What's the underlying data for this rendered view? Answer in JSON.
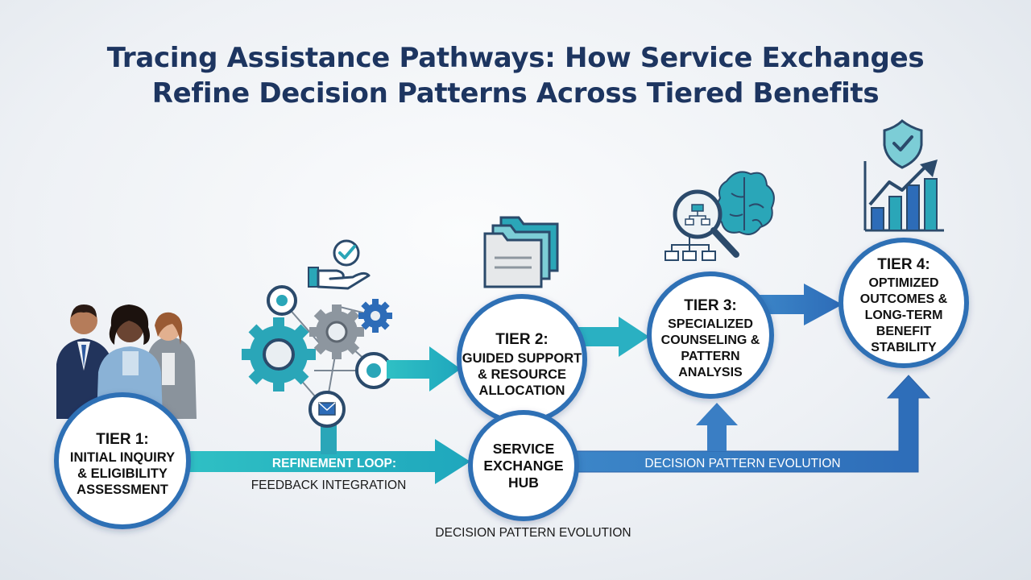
{
  "title_line1": "Tracing Assistance Pathways: How Service Exchanges",
  "title_line2": "Refine Decision Patterns Across Tiered Benefits",
  "colors": {
    "title": "#1d3560",
    "teal": "#2aa6b8",
    "blue": "#3a78c2",
    "circle_border": "#2f6fb5",
    "dark_icon": "#2b4a6b"
  },
  "icons": [
    "people-group-icon",
    "gears-network-icon",
    "hand-check-icon",
    "folders-icon",
    "brain-magnifier-icon",
    "shield-chart-icon",
    "envelope-icon"
  ],
  "tier1": {
    "heading": "TIER 1:",
    "lines": [
      "INITIAL INQUIRY",
      "& ELIGIBILITY",
      "ASSESSMENT"
    ]
  },
  "tier2": {
    "heading": "TIER 2:",
    "lines": [
      "GUIDED SUPPORT",
      "& RESOURCE",
      "ALLOCATION"
    ]
  },
  "tier3": {
    "heading": "TIER 3:",
    "lines": [
      "SPECIALIZED",
      "COUNSELING &",
      "PATTERN",
      "ANALYSIS"
    ]
  },
  "tier4": {
    "heading": "TIER 4:",
    "lines": [
      "OPTIMIZED",
      "OUTCOMES &",
      "LONG-TERM",
      "BENEFIT",
      "STABILITY"
    ]
  },
  "hub": {
    "lines": [
      "SERVICE",
      "EXCHANGE",
      "HUB"
    ]
  },
  "refinement_loop": "REFINEMENT LOOP:",
  "feedback_integration": "FEEDBACK INTEGRATION",
  "decision_evolution_arrow": "DECISION PATTERN EVOLUTION",
  "decision_evolution_bottom": "DECISION PATTERN EVOLUTION"
}
